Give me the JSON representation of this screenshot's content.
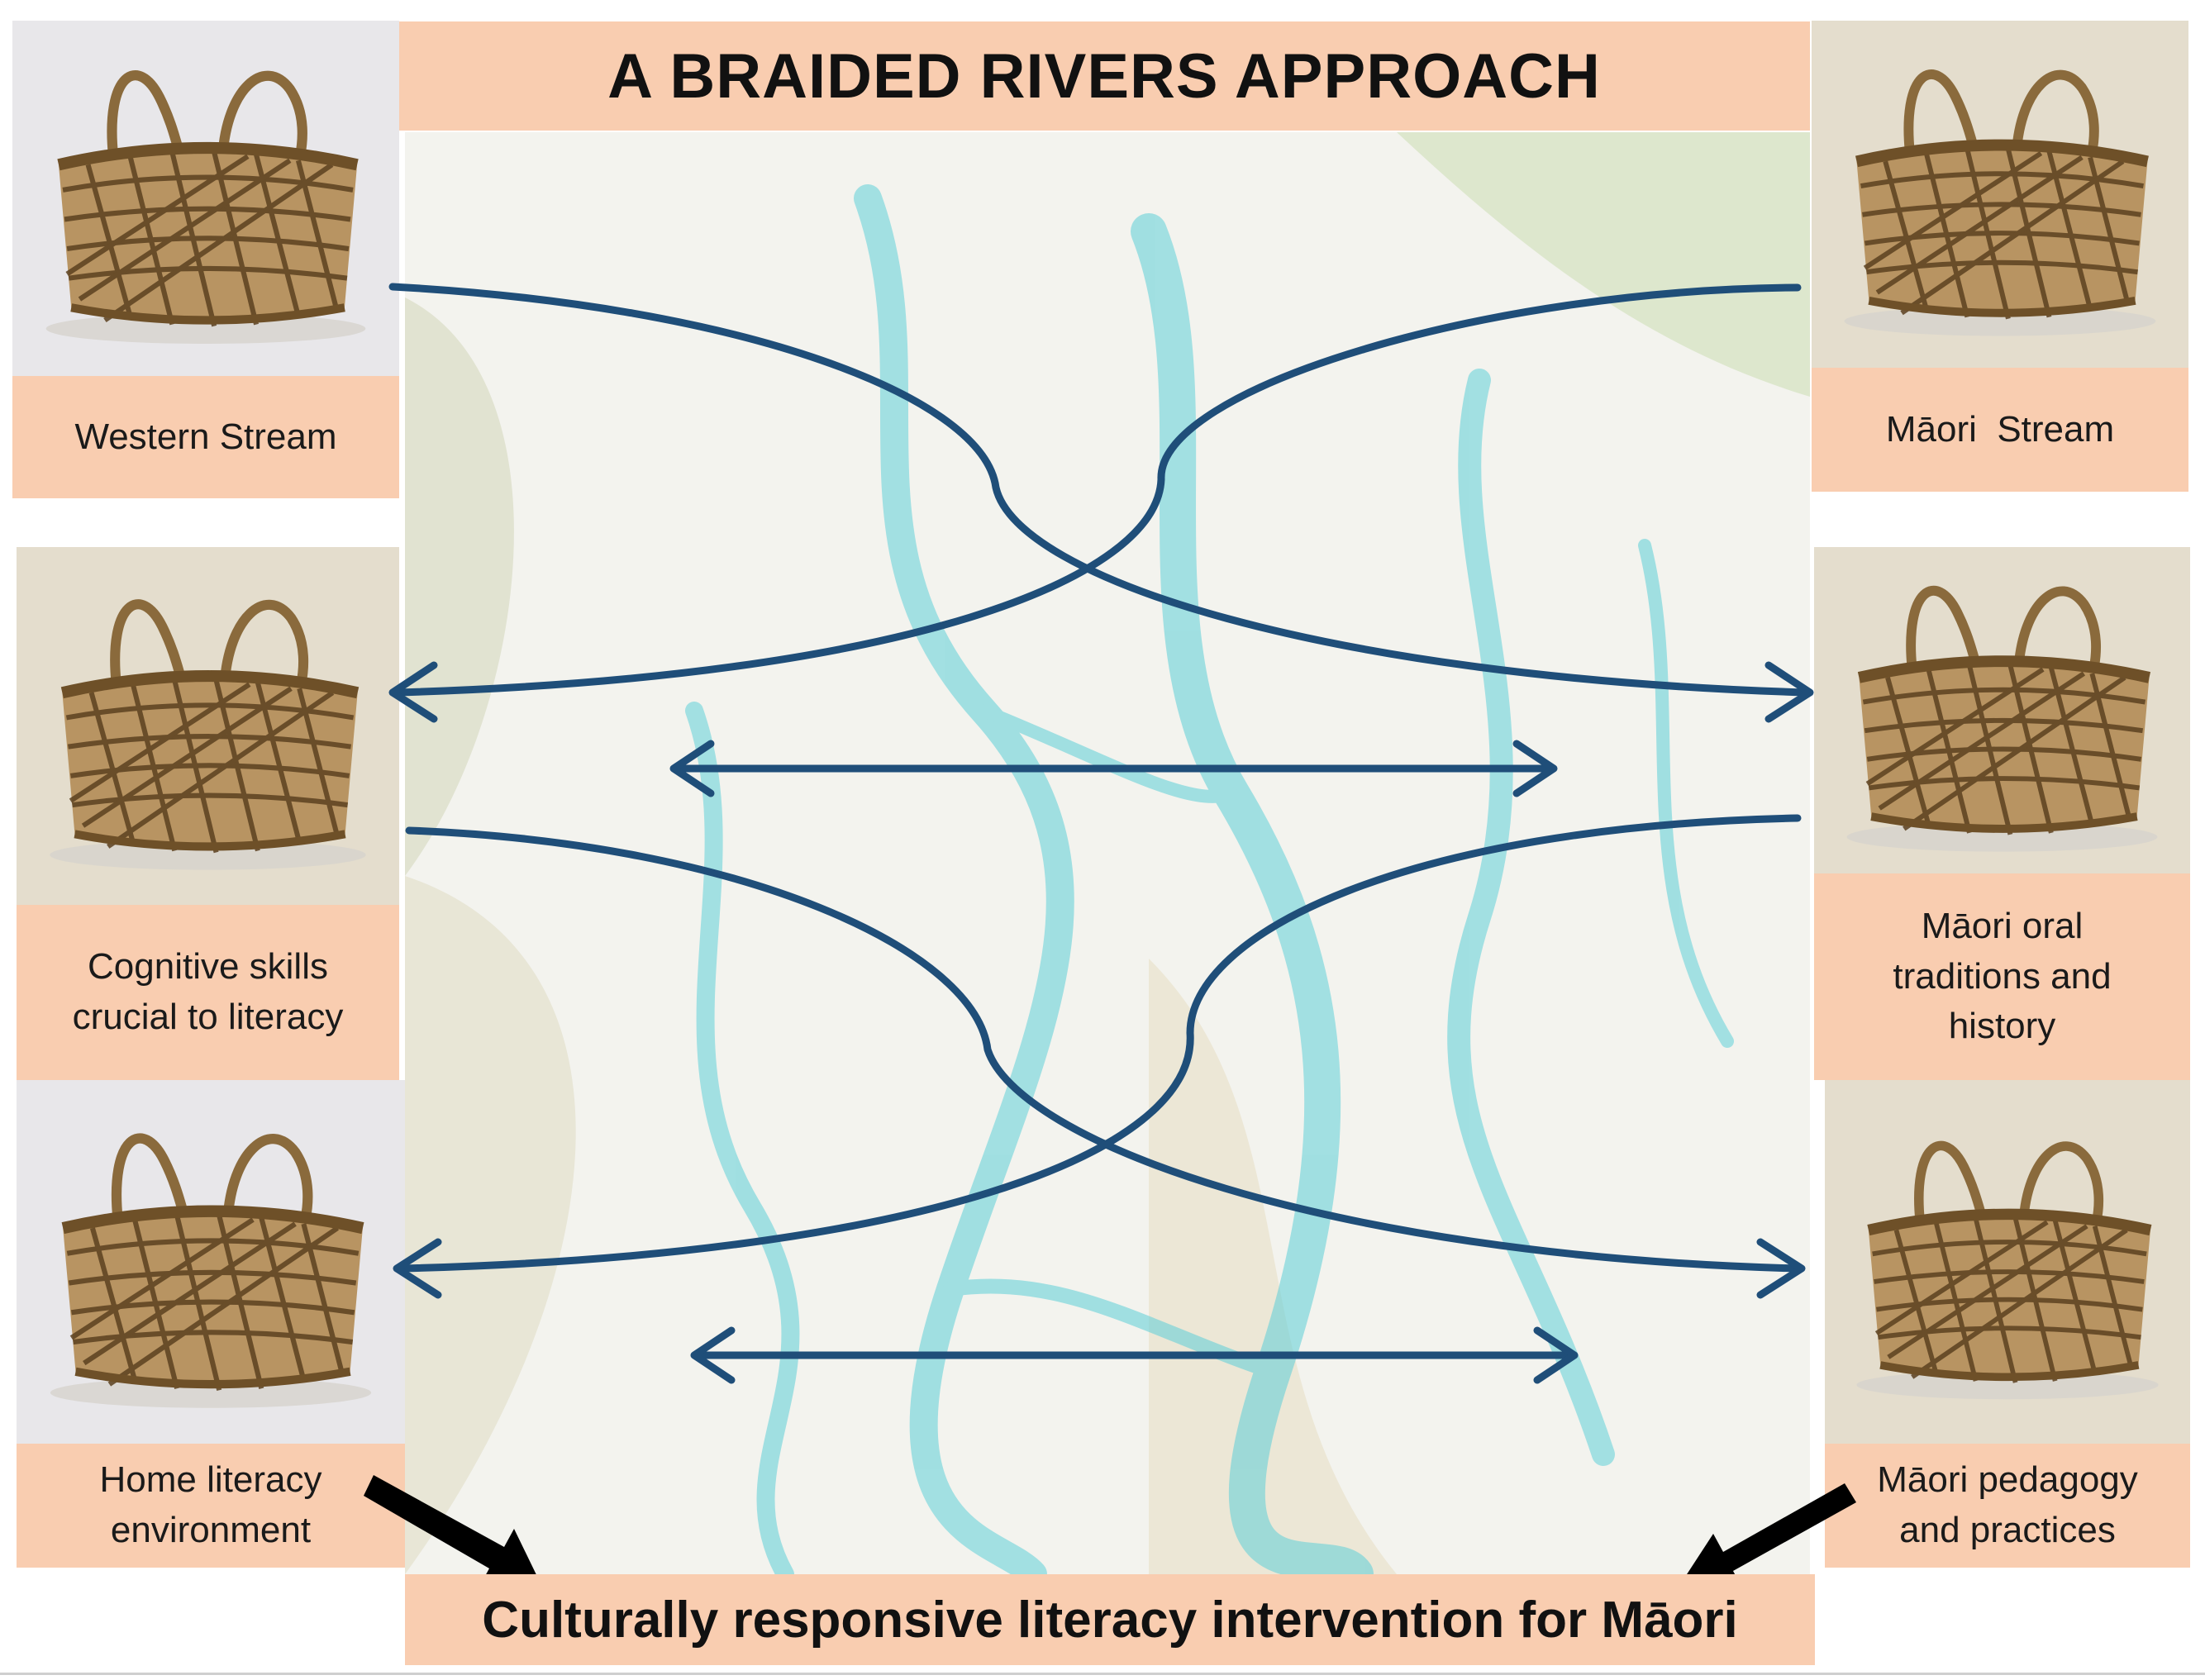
{
  "title": "A BRAIDED RIVERS APPROACH",
  "bottom_label": "Culturally responsive literacy intervention for Māori",
  "left_panels": [
    {
      "label": "Western Stream"
    },
    {
      "label": "Cognitive skills crucial to literacy"
    },
    {
      "label": "Home literacy environment"
    }
  ],
  "right_panels": [
    {
      "label": "Māori  Stream"
    },
    {
      "label": "Māori oral traditions and history"
    },
    {
      "label": "Māori pedagogy and practices"
    }
  ],
  "colors": {
    "label_fill": "#f9cdb0",
    "arrow": "#1f4e79",
    "river_water": "#5ecfd8",
    "riverbed": "#f3f3ee",
    "pointer_arrow": "#000000"
  },
  "icons": [
    "woven-basket-icon",
    "double-arrow-icon",
    "curved-arrow-icon",
    "pointer-arrow-icon"
  ]
}
